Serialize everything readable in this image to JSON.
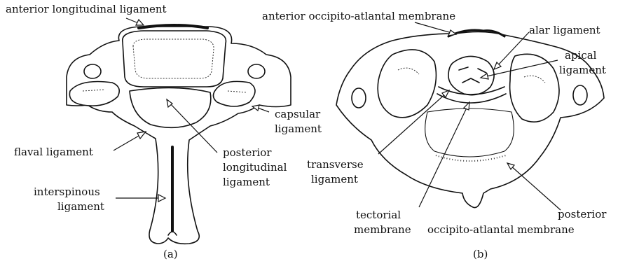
{
  "panel_a": {
    "caption": "(a)",
    "labels": {
      "anterior_longitudinal": "anterior longitudinal ligament",
      "capsular_1": "capsular",
      "capsular_2": "ligament",
      "flaval": "flaval ligament",
      "posterior_long_1": "posterior",
      "posterior_long_2": "longitudinal",
      "posterior_long_3": "ligament",
      "interspinous_1": "interspinous",
      "interspinous_2": "ligament"
    }
  },
  "panel_b": {
    "caption": "(b)",
    "labels": {
      "anterior_occipito": "anterior occipito-atlantal membrane",
      "alar": "alar ligament",
      "apical_1": "apical",
      "apical_2": "ligament",
      "transverse_1": "transverse",
      "transverse_2": "ligament",
      "tectorial_1": "tectorial",
      "tectorial_2": "membrane",
      "posterior_occipito_1": "posterior",
      "posterior_occipito_2": "occipito-atlantal membrane"
    }
  }
}
